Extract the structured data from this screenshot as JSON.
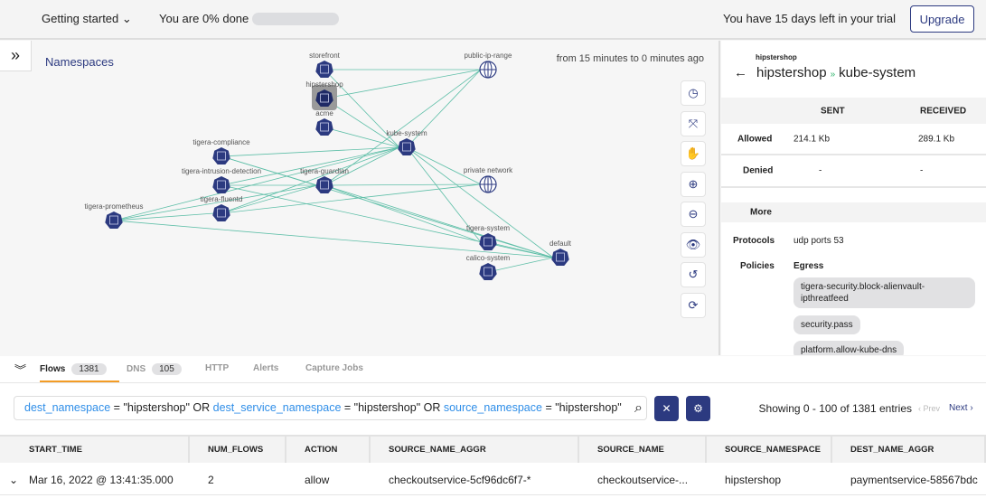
{
  "topbar": {
    "getting_started": "Getting started",
    "progress_text": "You are 0% done",
    "progress_percent": 0,
    "trial_text": "You have 15 days left in your trial",
    "upgrade_label": "Upgrade"
  },
  "graph": {
    "title": "Namespaces",
    "time_range": "from 15 minutes to 0 minutes ago",
    "nodes": [
      {
        "name": "storefront",
        "type": "namespace"
      },
      {
        "name": "hipstershop",
        "type": "namespace",
        "selected": true
      },
      {
        "name": "acme",
        "type": "namespace"
      },
      {
        "name": "kube-system",
        "type": "namespace"
      },
      {
        "name": "public-ip-range",
        "type": "network"
      },
      {
        "name": "private network",
        "type": "network"
      },
      {
        "name": "tigera-compliance",
        "type": "namespace"
      },
      {
        "name": "tigera-intrusion-detection",
        "type": "namespace"
      },
      {
        "name": "tigera-guardian",
        "type": "namespace"
      },
      {
        "name": "tigera-fluentd",
        "type": "namespace"
      },
      {
        "name": "tigera-prometheus",
        "type": "namespace"
      },
      {
        "name": "tigera-system",
        "type": "namespace"
      },
      {
        "name": "default",
        "type": "namespace"
      },
      {
        "name": "calico-system",
        "type": "namespace"
      }
    ],
    "edges": [
      [
        "storefront",
        "public-ip-range"
      ],
      [
        "storefront",
        "kube-system"
      ],
      [
        "hipstershop",
        "public-ip-range"
      ],
      [
        "hipstershop",
        "kube-system"
      ],
      [
        "acme",
        "kube-system"
      ],
      [
        "kube-system",
        "public-ip-range"
      ],
      [
        "tigera-guardian",
        "public-ip-range"
      ],
      [
        "tigera-compliance",
        "kube-system"
      ],
      [
        "tigera-compliance",
        "tigera-guardian"
      ],
      [
        "tigera-compliance",
        "default"
      ],
      [
        "tigera-intrusion-detection",
        "kube-system"
      ],
      [
        "tigera-intrusion-detection",
        "tigera-guardian"
      ],
      [
        "tigera-intrusion-detection",
        "default"
      ],
      [
        "tigera-guardian",
        "kube-system"
      ],
      [
        "tigera-guardian",
        "private network"
      ],
      [
        "tigera-guardian",
        "default"
      ],
      [
        "tigera-guardian",
        "tigera-system"
      ],
      [
        "tigera-fluentd",
        "tigera-guardian"
      ],
      [
        "tigera-fluentd",
        "kube-system"
      ],
      [
        "tigera-fluentd",
        "private network"
      ],
      [
        "tigera-prometheus",
        "tigera-fluentd"
      ],
      [
        "tigera-prometheus",
        "tigera-guardian"
      ],
      [
        "tigera-prometheus",
        "kube-system"
      ],
      [
        "tigera-prometheus",
        "default"
      ],
      [
        "kube-system",
        "private network"
      ],
      [
        "kube-system",
        "default"
      ],
      [
        "kube-system",
        "tigera-system"
      ],
      [
        "tigera-system",
        "default"
      ],
      [
        "calico-system",
        "default"
      ]
    ],
    "tools": [
      {
        "icon": "clock-icon",
        "g": "◷"
      },
      {
        "icon": "fit-screen-icon",
        "g": "⤧"
      },
      {
        "icon": "hand-icon",
        "g": "✋"
      },
      {
        "icon": "zoom-in-icon",
        "g": "⊕"
      },
      {
        "icon": "zoom-out-icon",
        "g": "⊖"
      },
      {
        "icon": "eye-icon",
        "g": "👁"
      },
      {
        "icon": "undo-icon",
        "g": "↺"
      },
      {
        "icon": "refresh-icon",
        "g": "⟳"
      }
    ],
    "edge_color": "#5fbfa8",
    "node_color": "#2c3a80"
  },
  "panel": {
    "subtitle": "hipstershop",
    "source": "hipstershop",
    "separator": "»",
    "dest": "kube-system",
    "col_sent": "SENT",
    "col_received": "RECEIVED",
    "rows": [
      {
        "label": "Allowed",
        "sent": "214.1 Kb",
        "received": "289.1 Kb"
      },
      {
        "label": "Denied",
        "sent": "-",
        "received": "-"
      }
    ],
    "more": "More",
    "protocols_label": "Protocols",
    "protocols": "udp ports 53",
    "policies_label": "Policies",
    "egress_label": "Egress",
    "policies": [
      "tigera-security.block-alienvault-ipthreatfeed",
      "security.pass",
      "platform.allow-kube-dns"
    ]
  },
  "bottom": {
    "tabs": [
      {
        "label": "Flows",
        "count": "1381",
        "active": true
      },
      {
        "label": "DNS",
        "count": "105"
      },
      {
        "label": "HTTP"
      },
      {
        "label": "Alerts"
      },
      {
        "label": "Capture Jobs"
      }
    ],
    "query": [
      {
        "k": "dest_namespace"
      },
      {
        "t": " = \"hipstershop\" OR "
      },
      {
        "k": "dest_service_namespace"
      },
      {
        "t": " = \"hipstershop\" OR "
      },
      {
        "k": "source_namespace"
      },
      {
        "t": " = \"hipstershop\""
      }
    ],
    "showing": "Showing 0 - 100 of 1381 entries",
    "prev": "Prev",
    "next": "Next",
    "columns": [
      "START_TIME",
      "NUM_FLOWS",
      "ACTION",
      "SOURCE_NAME_AGGR",
      "SOURCE_NAME",
      "SOURCE_NAMESPACE",
      "DEST_NAME_AGGR"
    ],
    "rows": [
      [
        "Mar 16, 2022 @ 13:41:35.000",
        "2",
        "allow",
        "checkoutservice-5cf96dc6f7-*",
        "checkoutservice-...",
        "hipstershop",
        "paymentservice-58567bdc"
      ]
    ]
  }
}
